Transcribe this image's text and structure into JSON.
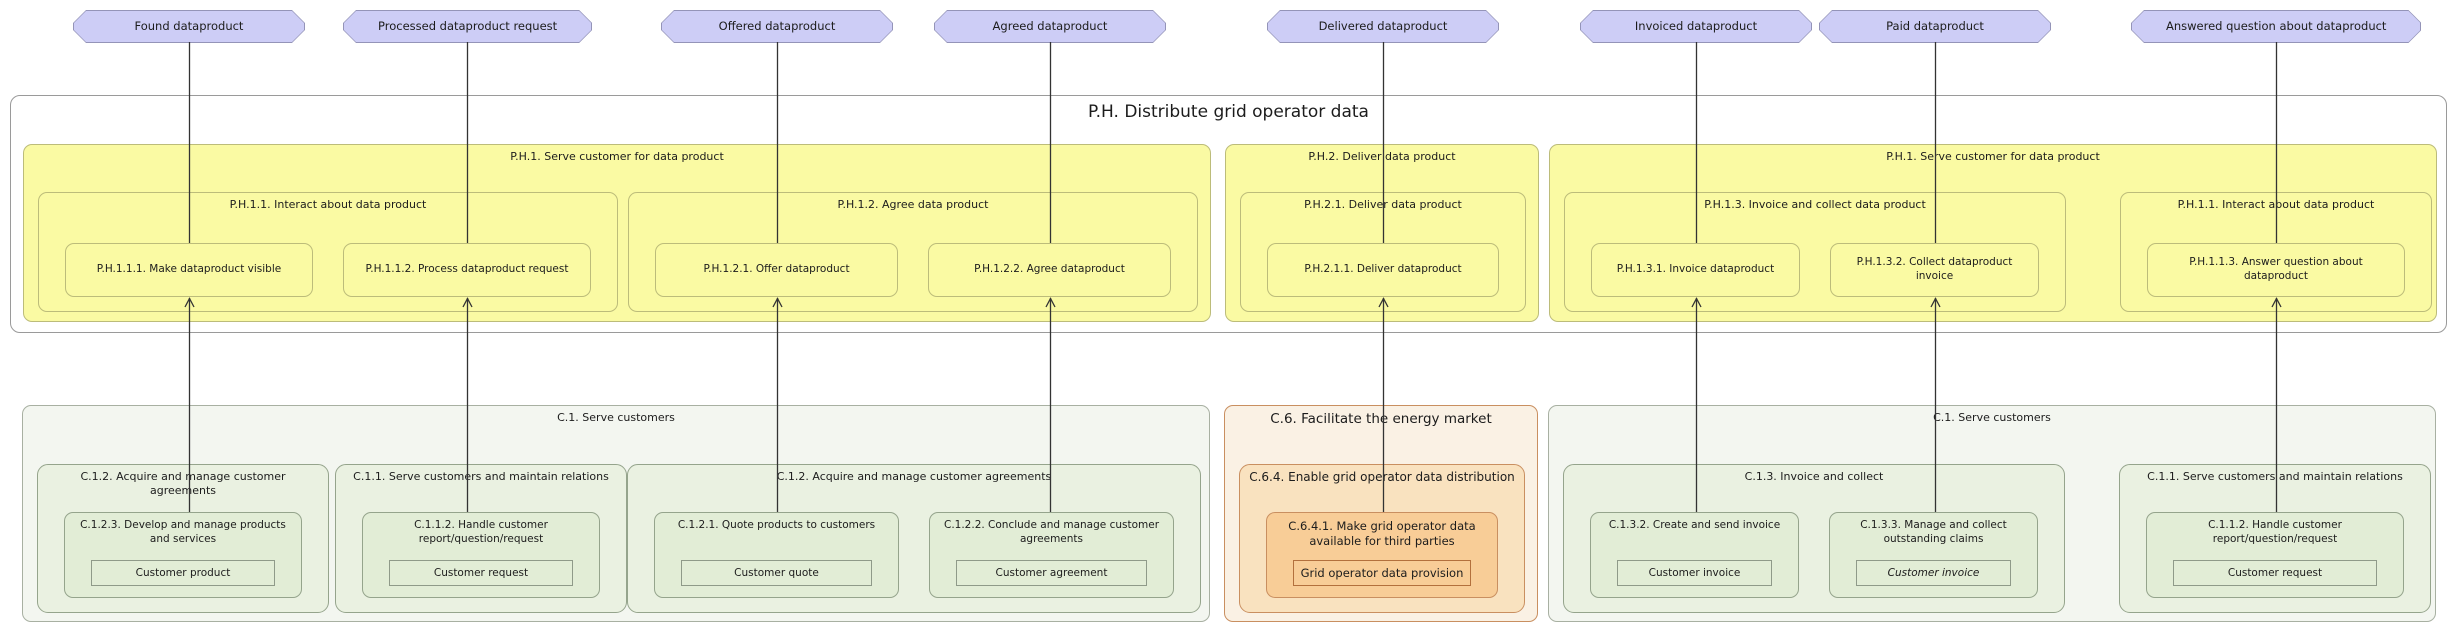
{
  "diagram": {
    "events": [
      "Found dataproduct",
      "Processed dataproduct request",
      "Offered dataproduct",
      "Agreed dataproduct",
      "Delivered dataproduct",
      "Invoiced dataproduct",
      "Paid dataproduct",
      "Answered question about dataproduct"
    ],
    "main": {
      "title": "P.H. Distribute grid operator data",
      "groups": [
        {
          "title": "P.H.1. Serve customer for data product",
          "children": [
            {
              "title": "P.H.1.1. Interact about data product",
              "leaves": [
                {
                  "id": "ph111",
                  "label": "P.H.1.1.1. Make dataproduct visible"
                },
                {
                  "id": "ph112",
                  "label": "P.H.1.1.2. Process dataproduct request"
                }
              ]
            },
            {
              "title": "P.H.1.2. Agree data product",
              "leaves": [
                {
                  "id": "ph121",
                  "label": "P.H.1.2.1. Offer dataproduct"
                },
                {
                  "id": "ph122",
                  "label": "P.H.1.2.2. Agree dataproduct"
                }
              ]
            }
          ]
        },
        {
          "title": "P.H.2. Deliver data product",
          "children": [
            {
              "title": "P.H.2.1. Deliver data product",
              "leaves": [
                {
                  "id": "ph211",
                  "label": "P.H.2.1.1. Deliver dataproduct"
                }
              ]
            }
          ]
        },
        {
          "title": "P.H.1. Serve customer for data product",
          "children": [
            {
              "title": "P.H.1.3. Invoice and collect data product",
              "leaves": [
                {
                  "id": "ph131",
                  "label": "P.H.1.3.1. Invoice dataproduct"
                },
                {
                  "id": "ph132",
                  "label": "P.H.1.3.2. Collect dataproduct invoice"
                }
              ]
            },
            {
              "title": "P.H.1.1. Interact about data product",
              "leaves": [
                {
                  "id": "ph113",
                  "label": "P.H.1.1.3. Answer question about dataproduct"
                }
              ]
            }
          ]
        }
      ]
    },
    "bottom": {
      "sections": [
        {
          "title": "C.1. Serve customers",
          "children": [
            {
              "title": "C.1.2. Acquire and manage customer agreements",
              "leaves": [
                {
                  "id": "c123",
                  "label": "C.1.2.3. Develop and manage products and services",
                  "item": "Customer product"
                }
              ]
            },
            {
              "title": "C.1.1. Serve customers and maintain relations",
              "leaves": [
                {
                  "id": "c112L",
                  "label": "C.1.1.2. Handle customer report/question/request",
                  "item": "Customer request"
                }
              ]
            },
            {
              "title": "C.1.2. Acquire and manage customer agreements",
              "leaves": [
                {
                  "id": "c121",
                  "label": "C.1.2.1. Quote products to customers",
                  "item": "Customer quote"
                },
                {
                  "id": "c122",
                  "label": "C.1.2.2. Conclude and manage customer agreements",
                  "item": "Customer agreement"
                }
              ]
            }
          ]
        },
        {
          "title": "C.6. Facilitate the energy market",
          "children": [
            {
              "title": "C.6.4. Enable grid operator data distribution",
              "leaves": [
                {
                  "id": "c641",
                  "label": "C.6.4.1. Make grid operator data available for third parties",
                  "item": "Grid operator data provision"
                }
              ]
            }
          ]
        },
        {
          "title": "C.1. Serve customers",
          "children": [
            {
              "title": "C.1.3. Invoice and collect",
              "leaves": [
                {
                  "id": "c132",
                  "label": "C.1.3.2. Create and send invoice",
                  "item": "Customer invoice"
                },
                {
                  "id": "c133",
                  "label": "C.1.3.3. Manage and collect outstanding claims",
                  "item": "Customer invoice",
                  "item_italic": true
                }
              ]
            },
            {
              "title": "C.1.1. Serve customers and maintain relations",
              "leaves": [
                {
                  "id": "c112R",
                  "label": "C.1.1.2. Handle customer report/question/request",
                  "item": "Customer request"
                }
              ]
            }
          ]
        }
      ]
    },
    "flows": [
      {
        "event": 0,
        "to": "ph111",
        "from": "c123"
      },
      {
        "event": 1,
        "to": "ph112",
        "from": "c112L"
      },
      {
        "event": 2,
        "to": "ph121",
        "from": "c121"
      },
      {
        "event": 3,
        "to": "ph122",
        "from": "c122"
      },
      {
        "event": 4,
        "to": "ph211",
        "from": "c641"
      },
      {
        "event": 5,
        "to": "ph131",
        "from": "c132"
      },
      {
        "event": 6,
        "to": "ph132",
        "from": "c133"
      },
      {
        "event": 7,
        "to": "ph113",
        "from": "c112R"
      }
    ],
    "colors": {
      "purple_fill": "#cdcdf6",
      "purple_border": "#9494b8",
      "yellow_fill": "#fafaa3",
      "yellow_border": "#bcbc7a",
      "container_border": "#9a9a9a",
      "green_section_fill": "#f3f6f0",
      "green_section_border": "#a8b0a2",
      "green_mid_fill": "#eaf1e1",
      "green_leaf_fill": "#e2edd6",
      "green_border": "#95a48c",
      "green_item_border": "#8f9a89",
      "orange_section_fill": "#faf1e4",
      "orange_mid_fill": "#f9e2bf",
      "orange_leaf_fill": "#f8cd97",
      "orange_border": "#c98f60",
      "orange_item_border": "#b3703d",
      "line_color": "#333333",
      "text_color": "#1c1c1c"
    }
  }
}
